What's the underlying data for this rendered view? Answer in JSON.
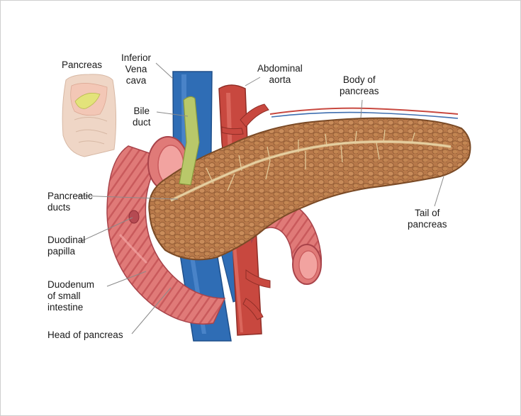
{
  "labels": {
    "pancreas": [
      "Pancreas"
    ],
    "inferior_vena_cava": [
      "Inferior",
      "Vena",
      "cava"
    ],
    "abdominal_aorta": [
      "Abdominal",
      "aorta"
    ],
    "body_of_pancreas": [
      "Body of",
      "pancreas"
    ],
    "bile_duct": [
      "Bile",
      "duct"
    ],
    "pancreatic_ducts": [
      "Pancreatic",
      "ducts"
    ],
    "duodinal_papilla": [
      "Duodinal",
      "papilla"
    ],
    "duodenum": [
      "Duodenum",
      "of small",
      "intestine"
    ],
    "head_of_pancreas": [
      "Head of pancreas"
    ],
    "tail_of_pancreas": [
      "Tail of",
      "pancreas"
    ]
  },
  "colors": {
    "pancreas_tissue": "#b8794a",
    "pancreas_dark": "#7a4a26",
    "vena_cava": "#2f6db5",
    "aorta": "#c8483f",
    "duodenum": "#e07a78",
    "bile_duct": "#b9c86a",
    "leader_line": "#8a8a8a",
    "torso": "#efd6c6"
  }
}
